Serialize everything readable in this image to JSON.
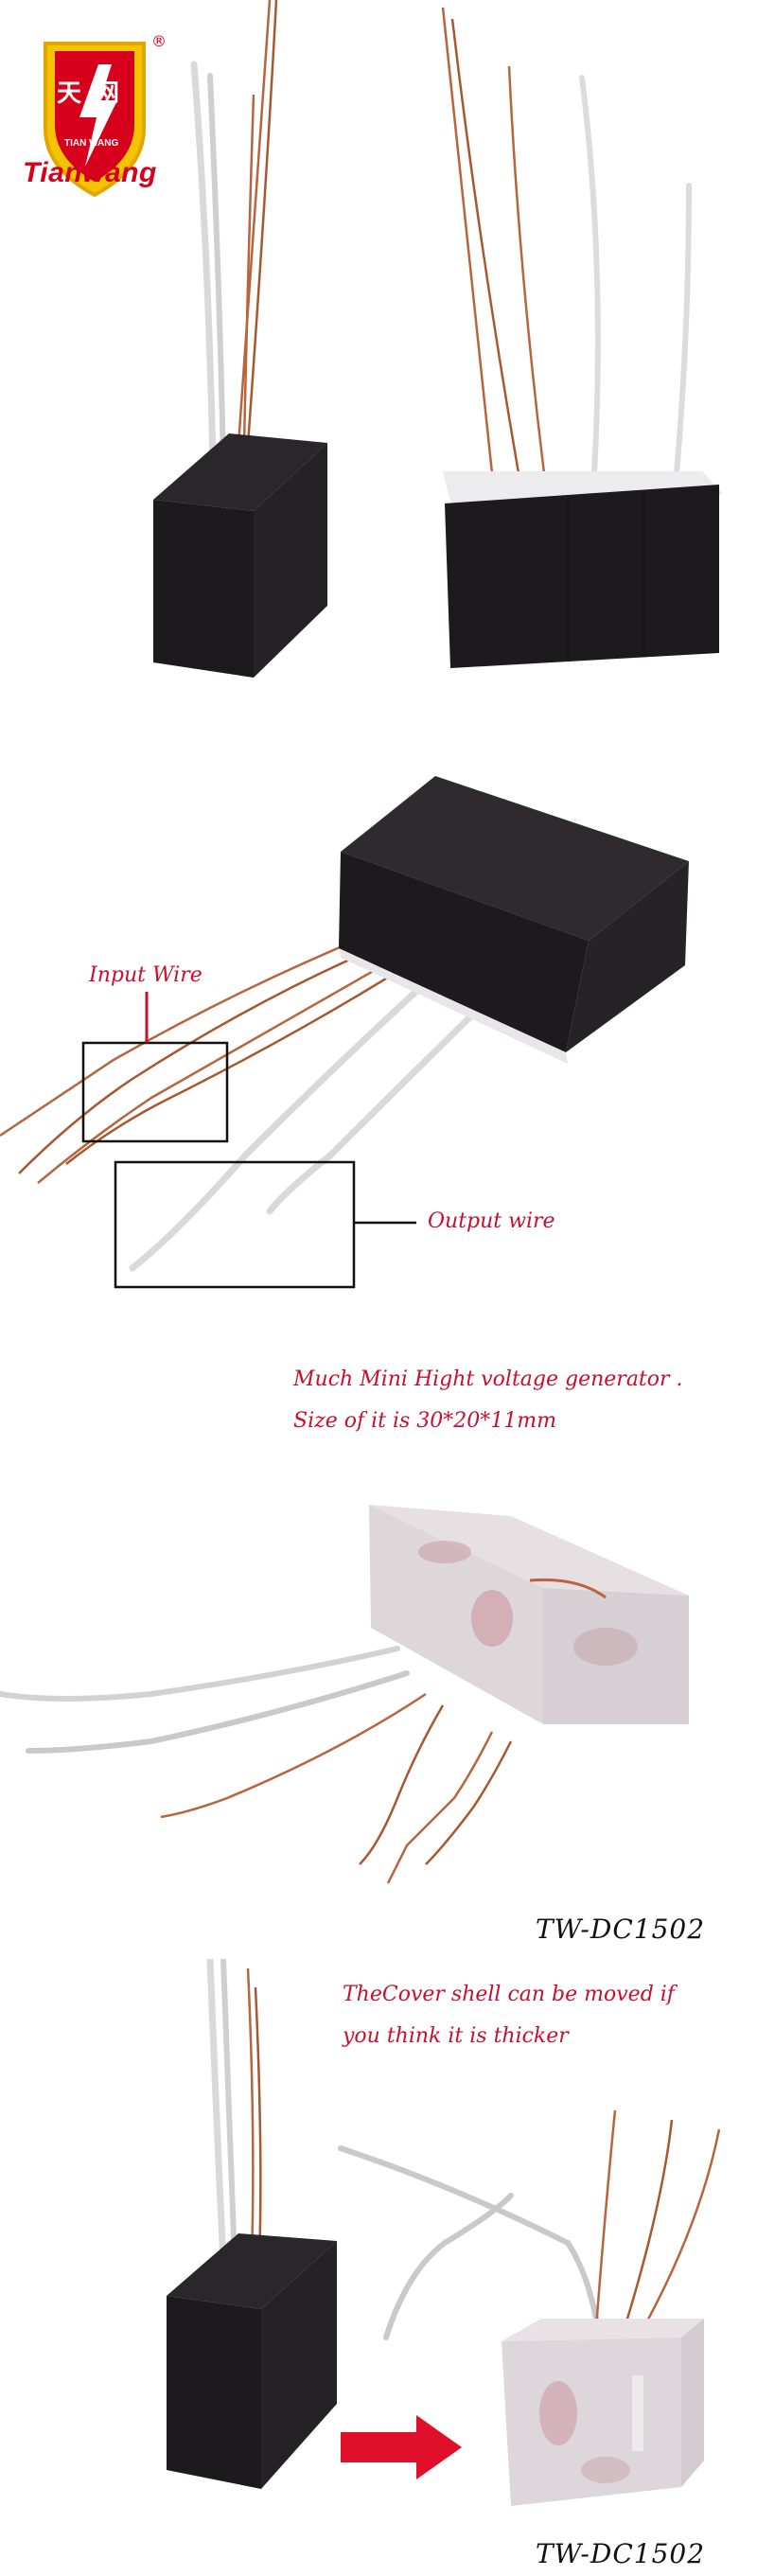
{
  "brand": {
    "name": "Tianwang",
    "chinese": "天网",
    "sub": "TIAN WANG",
    "registered": "®"
  },
  "section2": {
    "input_label": "Input Wire",
    "output_label": "Output wire"
  },
  "section3": {
    "caption_line1": "Much Mini Hight voltage generator .",
    "caption_line2": "Size of it is 30*20*11mm",
    "model": "TW-DC1502"
  },
  "section4": {
    "caption_line1": "TheCover shell can be moved if",
    "caption_line2": "you think it is thicker",
    "model": "TW-DC1502"
  },
  "colors": {
    "accent": "#c8102e",
    "module_black": "#1c1a1c",
    "module_white": "#e9e4e6",
    "copper": "#b8643c",
    "wire_white": "#d9d9db"
  }
}
